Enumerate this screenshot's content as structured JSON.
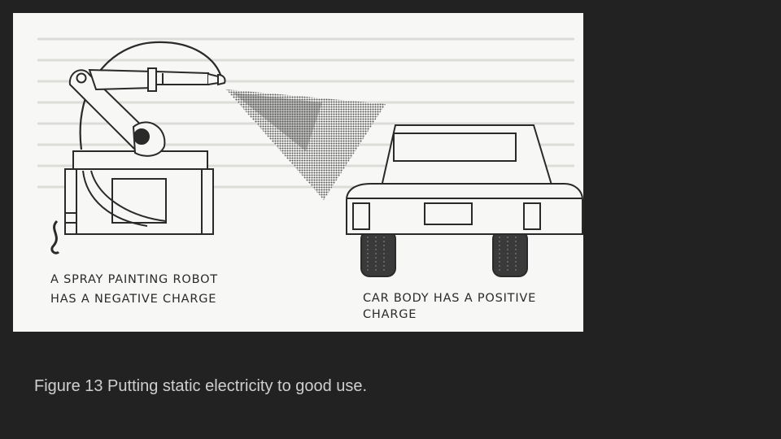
{
  "figure": {
    "robot_label_line1": "A SPRAY PAINTING ROBOT",
    "robot_label_line2": "HAS A NEGATIVE CHARGE",
    "car_label_line1": "CAR BODY HAS A POSITIVE",
    "car_label_line2": "CHARGE"
  },
  "caption": "Figure 13 Putting static electricity to good use.",
  "colors": {
    "page_background": "#222222",
    "figure_background": "#f7f7f5",
    "line_art": "#2a2a2a",
    "caption_text": "#cfcfcf"
  }
}
